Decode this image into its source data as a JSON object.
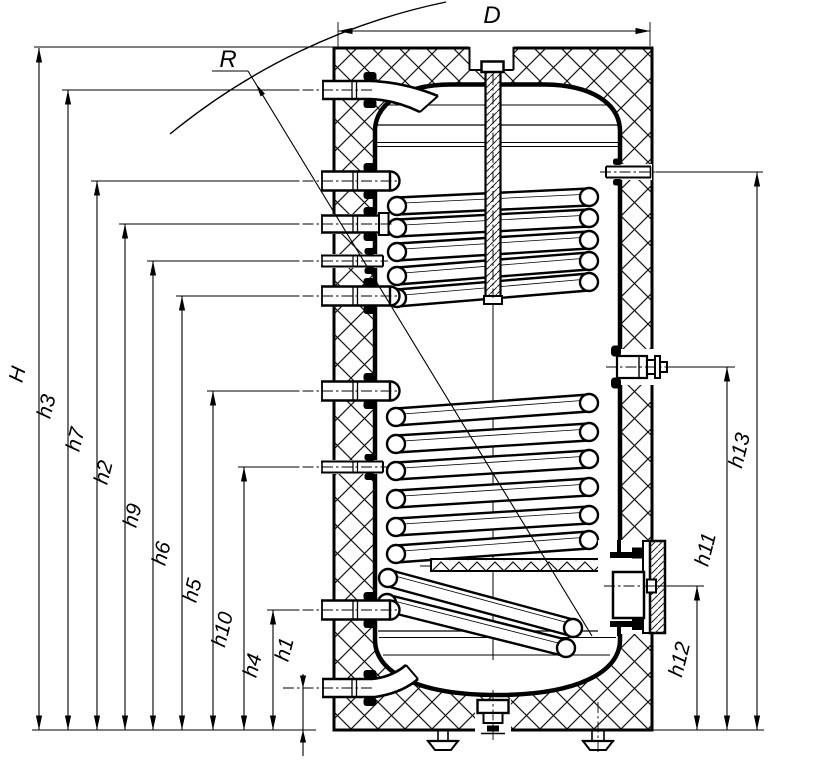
{
  "drawing": {
    "type": "technical-section-drawing",
    "subject": "hot-water-storage-tank-with-two-coil-heat-exchangers",
    "colors": {
      "ink": "#000000",
      "background": "#ffffff"
    }
  },
  "dimensions": {
    "top_width_label": "D",
    "radius_label": "R",
    "left_labels": [
      "H",
      "h3",
      "h7",
      "h2",
      "h9",
      "h6",
      "h5",
      "h10",
      "h4",
      "h1"
    ],
    "right_labels": [
      "h13",
      "h11",
      "h12"
    ]
  }
}
